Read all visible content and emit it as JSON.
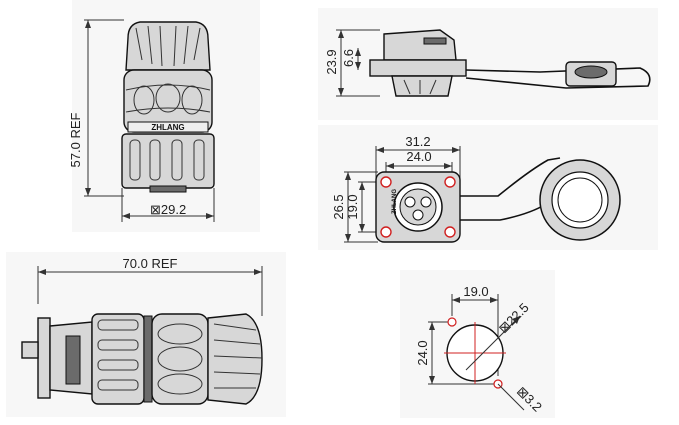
{
  "views": {
    "front": {
      "height_label": "57.0 REF",
      "width_label": "⊠29.2",
      "brand_mark": "ZHLANG"
    },
    "side": {
      "total_label": "23.9",
      "flange_label": "6.6"
    },
    "panel": {
      "outer_width_label": "31.2",
      "inner_width_label": "24.0",
      "outer_height_label": "26.5",
      "inner_height_label": "19.0",
      "brand_mark": "ZHLANG"
    },
    "length": {
      "length_label": "70.0 REF"
    },
    "cutout": {
      "spacing_label": "19.0",
      "height_label": "24.0",
      "diameter_label": "⊠22.5",
      "hole_label": "⊠3.2"
    }
  },
  "colors": {
    "outline": "#111111",
    "body_fill": "#d7d7d7",
    "accent_red": "#d02020",
    "panel_bg": "#ffffff",
    "page_bg": "#ffffff"
  }
}
